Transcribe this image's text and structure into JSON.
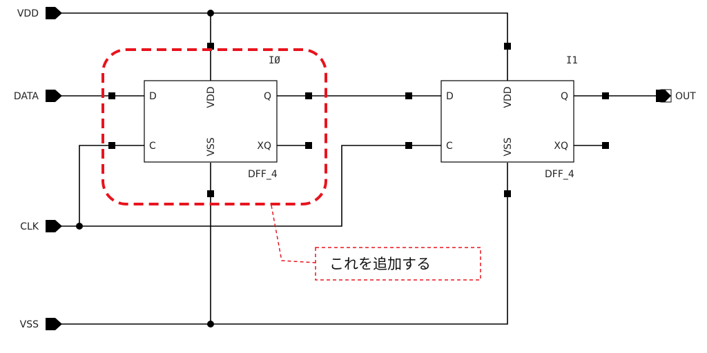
{
  "ports": {
    "vdd": "VDD",
    "data": "DATA",
    "clk": "CLK",
    "vss": "VSS",
    "out": "OUT"
  },
  "instances": [
    {
      "name": "I0",
      "display_name": "IØ",
      "cell": "DFF_4",
      "pins": {
        "d": "D",
        "c": "C",
        "vdd": "VDD",
        "vss": "VSS",
        "q": "Q",
        "xq": "XQ"
      }
    },
    {
      "name": "I1",
      "display_name": "I1",
      "cell": "DFF_4",
      "pins": {
        "d": "D",
        "c": "C",
        "vdd": "VDD",
        "vss": "VSS",
        "q": "Q",
        "xq": "XQ"
      }
    }
  ],
  "annotation": {
    "text": "これを追加する",
    "color": "#e8141e"
  }
}
